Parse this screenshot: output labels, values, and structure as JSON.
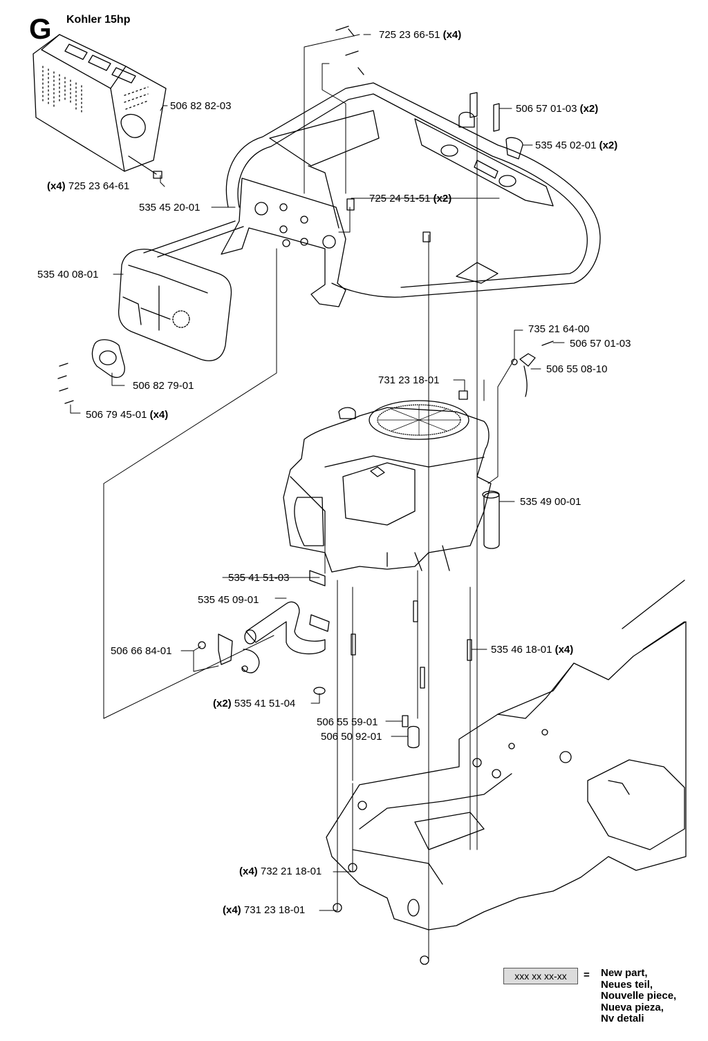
{
  "header": {
    "section_letter": "G",
    "title": "Kohler 15hp"
  },
  "labels": [
    {
      "id": "p1",
      "qty_before": "",
      "part": "725 23 66-51",
      "qty_after": "(x4)"
    },
    {
      "id": "p2",
      "qty_before": "",
      "part": "506 82 82-03",
      "qty_after": ""
    },
    {
      "id": "p3",
      "qty_before": "",
      "part": "506 57 01-03",
      "qty_after": "(x2)"
    },
    {
      "id": "p4",
      "qty_before": "",
      "part": "535 45 02-01",
      "qty_after": "(x2)"
    },
    {
      "id": "p5",
      "qty_before": "(x4)",
      "part": "725 23 64-61",
      "qty_after": ""
    },
    {
      "id": "p6",
      "qty_before": "",
      "part": "725 24 51-51",
      "qty_after": "(x2)"
    },
    {
      "id": "p7",
      "qty_before": "",
      "part": "535 45 20-01",
      "qty_after": ""
    },
    {
      "id": "p8",
      "qty_before": "",
      "part": "535 40 08-01",
      "qty_after": ""
    },
    {
      "id": "p9",
      "qty_before": "",
      "part": "735 21 64-00",
      "qty_after": ""
    },
    {
      "id": "p10",
      "qty_before": "",
      "part": "506 57 01-03",
      "qty_after": ""
    },
    {
      "id": "p11",
      "qty_before": "",
      "part": "506 55 08-10",
      "qty_after": ""
    },
    {
      "id": "p12",
      "qty_before": "",
      "part": "731 23 18-01",
      "qty_after": ""
    },
    {
      "id": "p13",
      "qty_before": "",
      "part": "506 82 79-01",
      "qty_after": ""
    },
    {
      "id": "p14",
      "qty_before": "",
      "part": "506 79 45-01",
      "qty_after": "(x4)"
    },
    {
      "id": "p15",
      "qty_before": "",
      "part": "535 49 00-01",
      "qty_after": ""
    },
    {
      "id": "p16",
      "qty_before": "",
      "part": "535 41 51-03",
      "qty_after": ""
    },
    {
      "id": "p17",
      "qty_before": "",
      "part": "535 45 09-01",
      "qty_after": ""
    },
    {
      "id": "p18",
      "qty_before": "",
      "part": "506 66 84-01",
      "qty_after": ""
    },
    {
      "id": "p19",
      "qty_before": "",
      "part": "535 46 18-01",
      "qty_after": "(x4)"
    },
    {
      "id": "p20",
      "qty_before": "(x2)",
      "part": "535 41 51-04",
      "qty_after": ""
    },
    {
      "id": "p21",
      "qty_before": "",
      "part": "506 55 59-01",
      "qty_after": ""
    },
    {
      "id": "p22",
      "qty_before": "",
      "part": "506 50 92-01",
      "qty_after": ""
    },
    {
      "id": "p23",
      "qty_before": "(x4)",
      "part": "732 21 18-01",
      "qty_after": ""
    },
    {
      "id": "p24",
      "qty_before": "(x4)",
      "part": "731 23 18-01",
      "qty_after": ""
    }
  ],
  "legend": {
    "sample": "xxx xx xx-xx",
    "equals": "=",
    "lines": [
      "New part,",
      "Neues teil,",
      "Nouvelle piece,",
      "Nueva pieza,",
      "Nv detali"
    ]
  }
}
